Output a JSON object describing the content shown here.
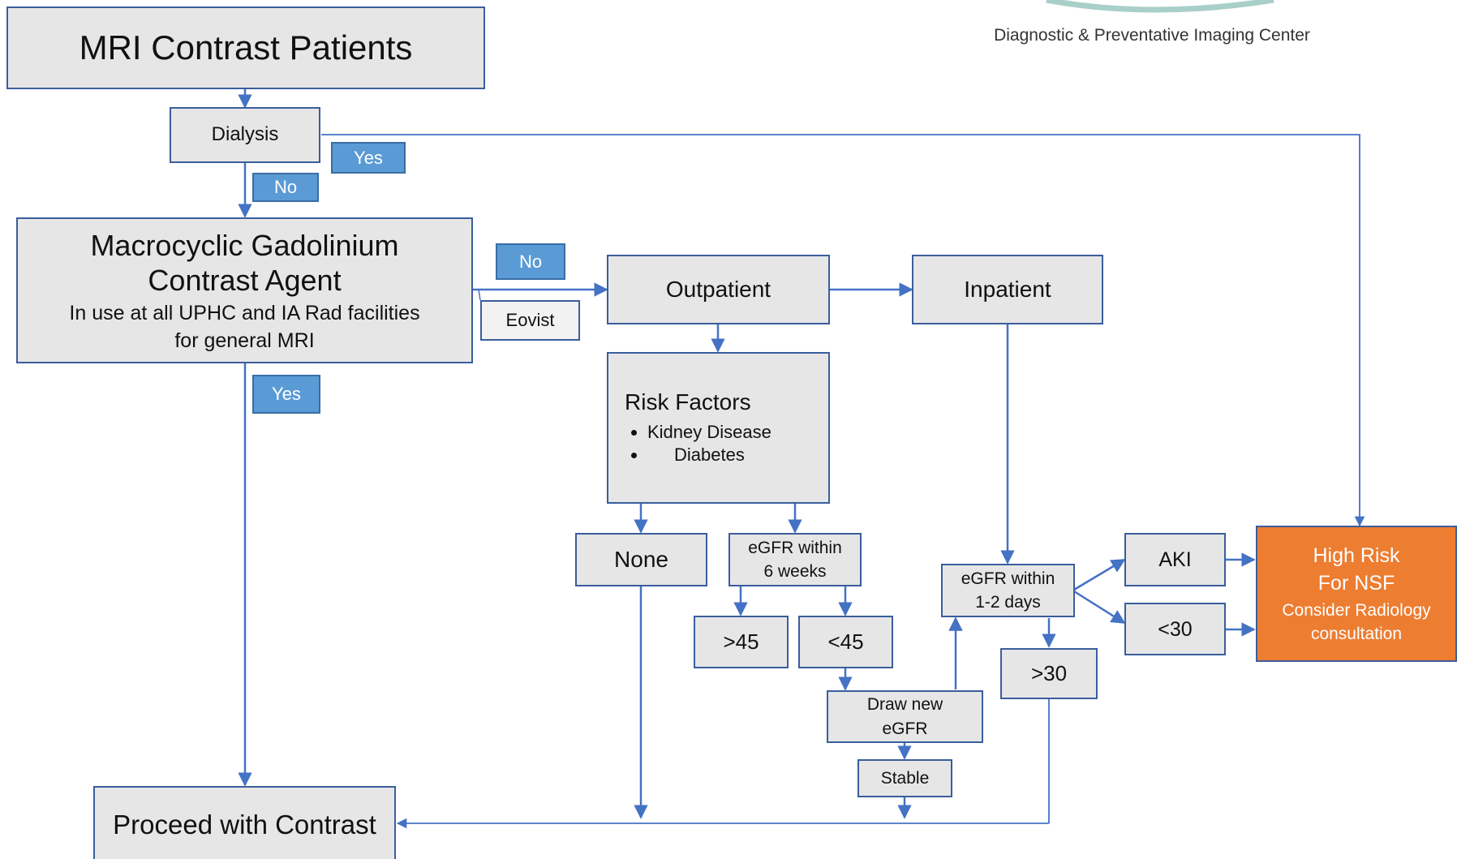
{
  "header": {
    "logo_caption": "Diagnostic & Preventative Imaging Center"
  },
  "nodes": {
    "mri_contrast_patients": "MRI Contrast Patients",
    "dialysis": "Dialysis",
    "macrocyclic_title_line1": "Macrocyclic Gadolinium",
    "macrocyclic_title_line2": "Contrast Agent",
    "macrocyclic_sub_line1": "In use at all UPHC and IA Rad facilities",
    "macrocyclic_sub_line2": "for general MRI",
    "eovist": "Eovist",
    "outpatient": "Outpatient",
    "inpatient": "Inpatient",
    "risk_factors_title": "Risk Factors",
    "risk_factors_items": [
      "Kidney Disease",
      "Diabetes"
    ],
    "none": "None",
    "egfr_6w_line1": "eGFR within",
    "egfr_6w_line2": "6 weeks",
    "gt45": ">45",
    "lt45": "<45",
    "draw_new_line1": "Draw new",
    "draw_new_line2": "eGFR",
    "stable": "Stable",
    "egfr_12d_line1": "eGFR within",
    "egfr_12d_line2": "1-2 days",
    "gt30": ">30",
    "aki": "AKI",
    "lt30": "<30",
    "high_risk_line1": "High Risk",
    "high_risk_line2": "For NSF",
    "high_risk_line3": "Consider Radiology",
    "high_risk_line4": "consultation",
    "proceed": "Proceed with Contrast"
  },
  "edge_labels": {
    "dialysis_yes": "Yes",
    "dialysis_no": "No",
    "macro_no": "No",
    "macro_yes": "Yes"
  },
  "colors": {
    "box_fill": "#e7e6e6",
    "box_border": "#3a5e9c",
    "arrow": "#4472c4",
    "label_fill": "#5b9bd5",
    "high_risk_fill": "#ed7d31"
  }
}
